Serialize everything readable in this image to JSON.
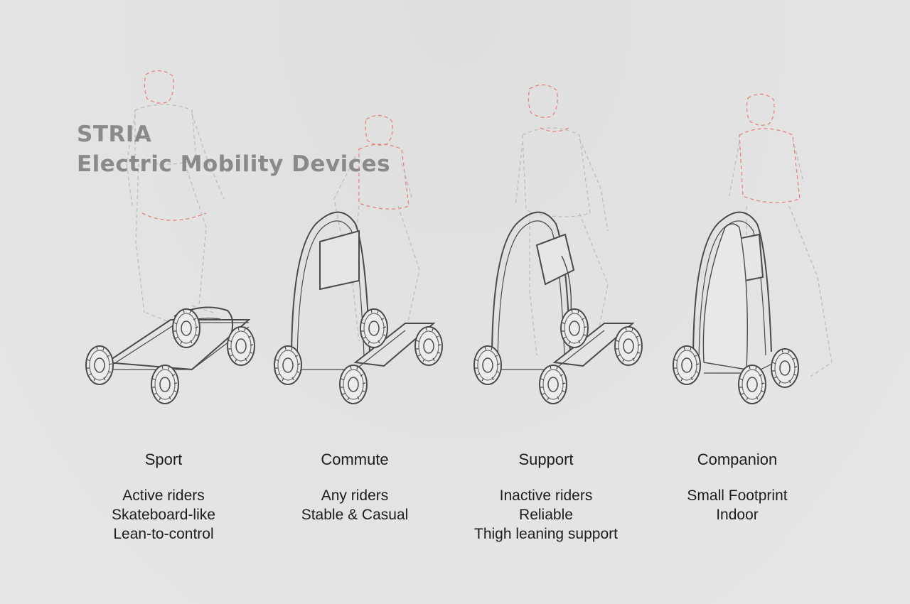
{
  "title": {
    "line1": "STRIA",
    "line2": "Electric Mobility Devices"
  },
  "colors": {
    "background": "#e3e3e3",
    "title": "#8a8a8a",
    "device_stroke": "#4a4a4a",
    "rider_dash_grey": "#b9b9b9",
    "rider_dash_red": "#e2847a",
    "text": "#1d1d1d"
  },
  "devices": [
    {
      "name": "Sport",
      "lines": [
        "Active riders",
        "Skateboard-like",
        "Lean-to-control"
      ]
    },
    {
      "name": "Commute",
      "lines": [
        "Any riders",
        "Stable & Casual"
      ]
    },
    {
      "name": "Support",
      "lines": [
        "Inactive riders",
        "Reliable",
        "Thigh leaning support"
      ]
    },
    {
      "name": "Companion",
      "lines": [
        "Small Footprint",
        "Indoor"
      ]
    }
  ]
}
